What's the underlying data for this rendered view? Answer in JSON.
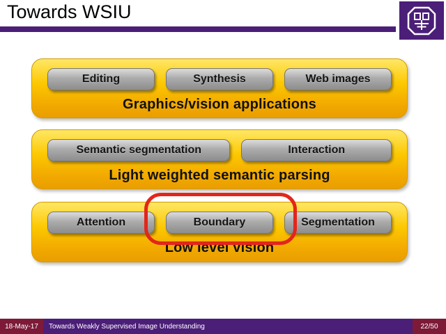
{
  "title": "Towards WSIU",
  "layers": [
    {
      "label": "Graphics/vision applications",
      "buttons": [
        "Editing",
        "Synthesis",
        "Web images"
      ]
    },
    {
      "label": "Light weighted semantic parsing",
      "buttons": [
        "Semantic segmentation",
        "Interaction"
      ]
    },
    {
      "label": "Low level vision",
      "buttons": [
        "Attention",
        "Boundary",
        "Segmentation"
      ]
    }
  ],
  "highlight": {
    "target": "Boundary"
  },
  "footer": {
    "date": "18-May-17",
    "caption": "Towards Weakly Supervised Image Understanding",
    "page": "22/50"
  },
  "icons": {
    "logo": "university-seal-icon"
  },
  "colors": {
    "purple": "#4b1e78",
    "maroon": "#7c1a38",
    "gold_top": "#ffe766",
    "gold_bottom": "#e99e00",
    "button_gray": "#ababab",
    "highlight_red": "#e3261a"
  }
}
